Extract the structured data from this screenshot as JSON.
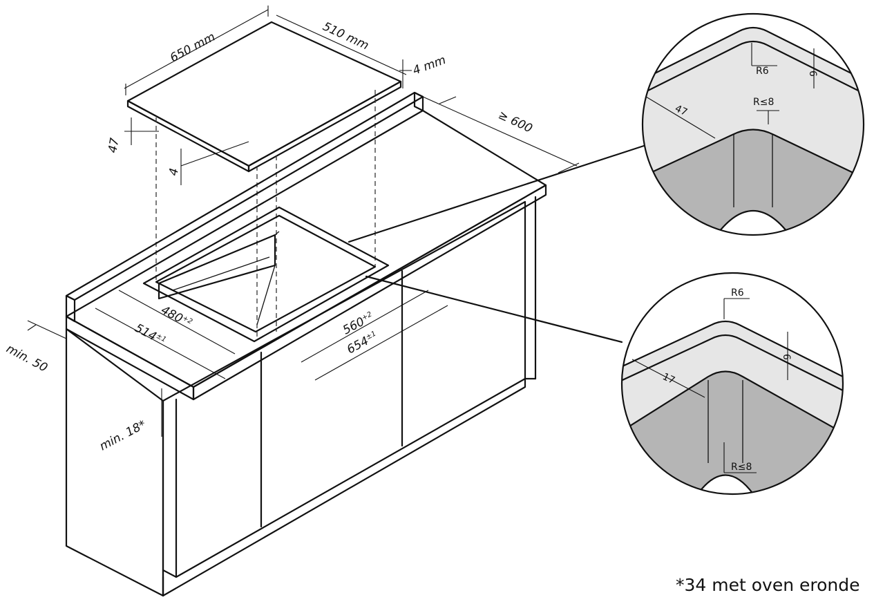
{
  "labels": {
    "hob_length": "650 mm",
    "hob_depth": "510 mm",
    "hob_glass": "4 mm",
    "hob_height": "47",
    "hob_thickness": "4",
    "counter_depth": "≥ 600",
    "cutout_depth": "480",
    "cutout_depth_tol": "+2",
    "cutout_depth_outer": "514",
    "cutout_depth_outer_tol": "±1",
    "cutout_width": "560",
    "cutout_width_tol": "+2",
    "cutout_width_outer": "654",
    "cutout_width_outer_tol": "±1",
    "front_margin": "min. 50",
    "counter_thickness": "min. 18*"
  },
  "detail_top": {
    "radius_outer": "R6",
    "depth": "6",
    "radius_inner": "R≤8",
    "rim": "47"
  },
  "detail_bottom": {
    "radius_outer": "R6",
    "depth": "6",
    "rim": "17",
    "radius_inner": "R≤8"
  },
  "footnote": "*34 met oven eronde",
  "colors": {
    "line": "#111111",
    "gray_light": "#e6e6e6",
    "gray_mid": "#c4c4c4",
    "gray_dark": "#a8a8a8"
  }
}
